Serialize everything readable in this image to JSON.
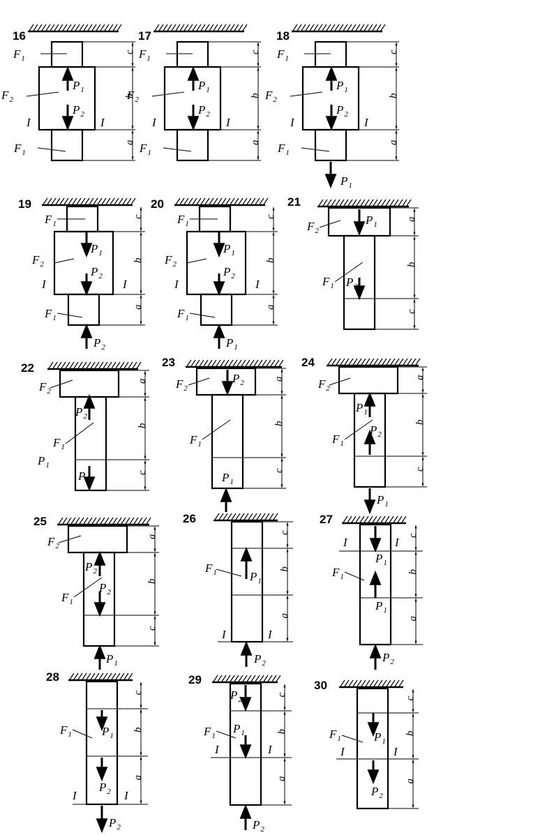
{
  "labels": {
    "F": "F",
    "P": "P",
    "one": "1",
    "two": "2",
    "section": "I",
    "dim_a": "a",
    "dim_b": "b",
    "dim_c": "c"
  },
  "problems": [
    {
      "num": "16"
    },
    {
      "num": "17"
    },
    {
      "num": "18"
    },
    {
      "num": "19"
    },
    {
      "num": "20"
    },
    {
      "num": "21"
    },
    {
      "num": "22"
    },
    {
      "num": "23"
    },
    {
      "num": "24"
    },
    {
      "num": "25"
    },
    {
      "num": "26"
    },
    {
      "num": "27"
    },
    {
      "num": "28"
    },
    {
      "num": "29"
    },
    {
      "num": "30"
    }
  ]
}
